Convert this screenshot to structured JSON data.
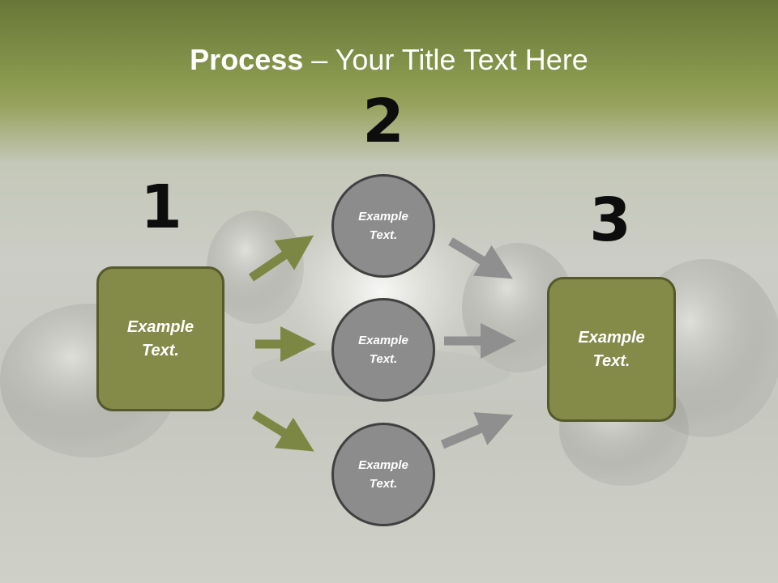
{
  "title": {
    "bold": "Process",
    "rest": " – Your Title Text Here"
  },
  "steps": [
    {
      "number": "1",
      "text": "Example\nText."
    },
    {
      "number": "2",
      "circles": [
        "Example\nText.",
        "Example\nText.",
        "Example\nText."
      ]
    },
    {
      "number": "3",
      "text": "Example\nText."
    }
  ],
  "colors": {
    "box_fill": "#848a48",
    "box_border": "#55592c",
    "circle_fill": "#8c8c8c",
    "circle_border": "#404040",
    "green_arrow": "#7d8744",
    "gray_arrow": "#8f8f8f"
  }
}
